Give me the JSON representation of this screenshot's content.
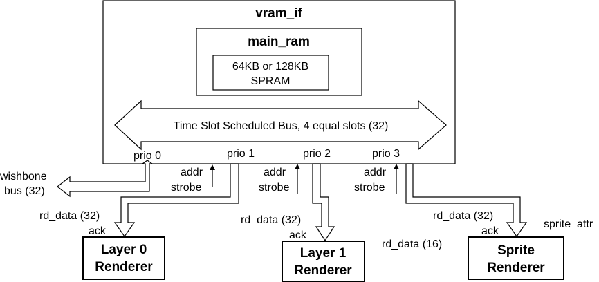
{
  "blocks": {
    "vram_if": "vram_if",
    "main_ram": "main_ram",
    "spram_line1": "64KB or 128KB",
    "spram_line2": "SPRAM",
    "bus": "Time Slot Scheduled Bus, 4 equal slots (32)",
    "layer0_line1": "Layer 0",
    "layer0_line2": "Renderer",
    "layer1_line1": "Layer 1",
    "layer1_line2": "Renderer",
    "sprite_line1": "Sprite",
    "sprite_line2": "Renderer"
  },
  "ports": {
    "prio0": "prio 0",
    "prio1": "prio 1",
    "prio2": "prio 2",
    "prio3": "prio 3"
  },
  "signals": {
    "wishbone": "wishbone",
    "bus32": "bus (32)",
    "addr": "addr",
    "strobe": "strobe",
    "rd_data_32": "rd_data (32)",
    "rd_data_16": "rd_data (16)",
    "ack": "ack",
    "sprite_attr": "sprite_attr"
  }
}
